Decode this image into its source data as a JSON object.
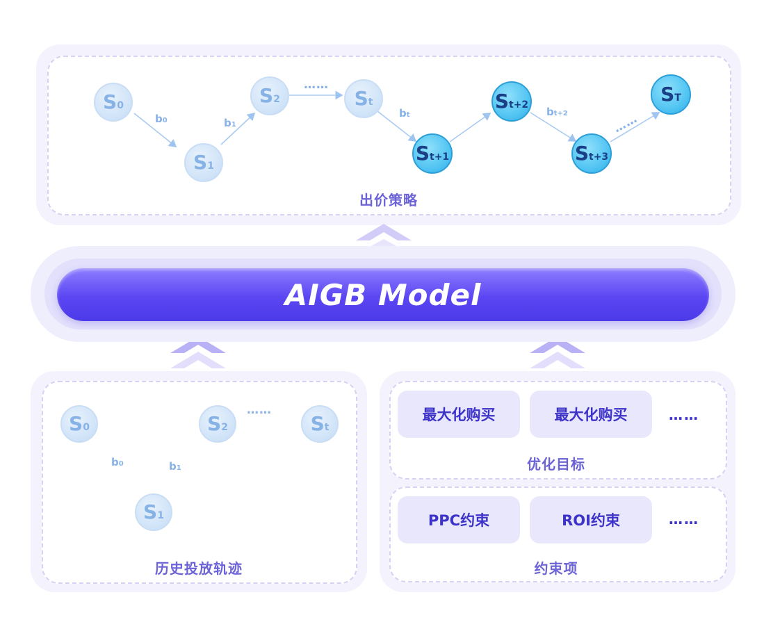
{
  "top": {
    "label": "出价策略",
    "nodes": [
      {
        "main": "S",
        "sub": "0",
        "style": "light"
      },
      {
        "main": "S",
        "sub": "1",
        "style": "light"
      },
      {
        "main": "S",
        "sub": "2",
        "style": "light"
      },
      {
        "main": "S",
        "sub": "t",
        "style": "light"
      },
      {
        "main": "S",
        "sub": "t+1",
        "style": "strong"
      },
      {
        "main": "S",
        "sub": "t+2",
        "style": "strong"
      },
      {
        "main": "S",
        "sub": "t+3",
        "style": "strong"
      },
      {
        "main": "S",
        "sub": "T",
        "style": "strong"
      }
    ],
    "edges": [
      {
        "main": "b",
        "sub": "0"
      },
      {
        "main": "b",
        "sub": "1"
      },
      {
        "main": "b",
        "sub": "t"
      },
      {
        "main": "b",
        "sub": "t+2"
      }
    ],
    "ellipsis": "……"
  },
  "model": {
    "title": "AIGB Model"
  },
  "history": {
    "label": "历史投放轨迹",
    "nodes": [
      {
        "main": "S",
        "sub": "0"
      },
      {
        "main": "S",
        "sub": "1"
      },
      {
        "main": "S",
        "sub": "2"
      },
      {
        "main": "S",
        "sub": "t"
      }
    ],
    "edges": [
      {
        "main": "b",
        "sub": "0"
      },
      {
        "main": "b",
        "sub": "1"
      }
    ],
    "ellipsis": "……"
  },
  "objective": {
    "label": "优化目标",
    "chips": [
      "最大化购买",
      "最大化购买"
    ],
    "more": "……"
  },
  "constraint": {
    "label": "约束项",
    "chips": [
      "PPC约束",
      "ROI约束"
    ],
    "more": "……"
  },
  "colors": {
    "accent": "#5b46f2",
    "label": "#6c63d6",
    "node_light": "#cfe3f8",
    "node_strong": "#4fc3f2",
    "chip_text": "#3d33c8"
  }
}
